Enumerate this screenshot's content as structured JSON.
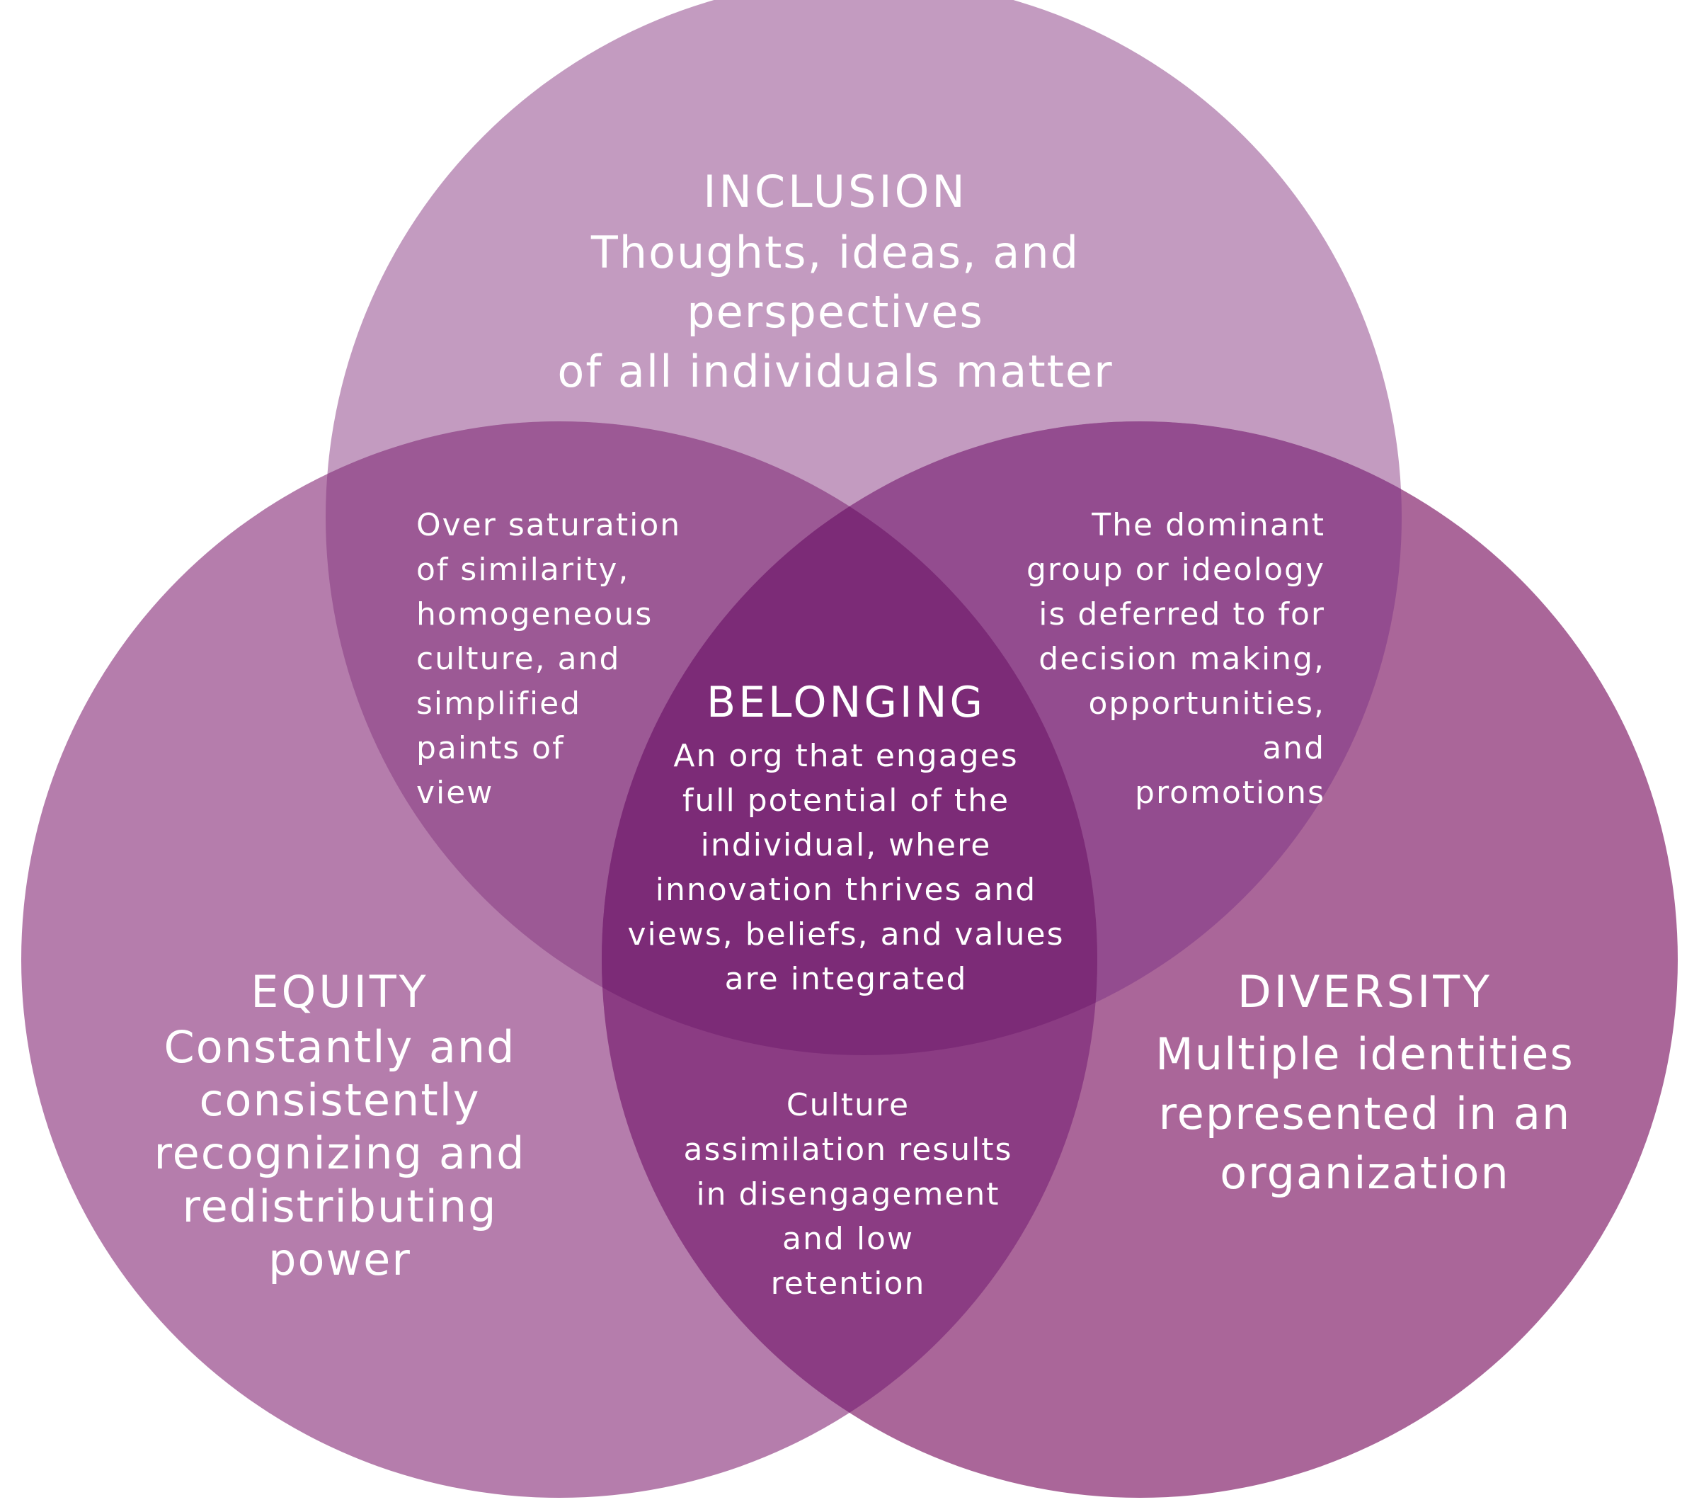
{
  "colors": {
    "inclusion": "#c39bc0",
    "equity": "#b57dac",
    "diversity": "#aa6699",
    "inclusion_equity": "#9c5995",
    "inclusion_diversity": "#934c8f",
    "equity_diversity": "#8b3c83",
    "center": "#7c2b77",
    "text": "#ffffff"
  },
  "inclusion": {
    "title": "INCLUSION",
    "lines": [
      "Thoughts, ideas, and",
      "perspectives",
      "of all individuals matter"
    ]
  },
  "equity": {
    "title": "EQUITY",
    "lines": [
      "Constantly and",
      "consistently",
      "recognizing and",
      "redistributing",
      "power"
    ]
  },
  "diversity": {
    "title": "DIVERSITY",
    "lines": [
      "Multiple identities",
      "represented in an",
      "organization"
    ]
  },
  "belonging": {
    "title": "BELONGING",
    "lines": [
      "An org that engages",
      "full potential of the",
      "individual, where",
      "innovation thrives and",
      "views, beliefs, and values",
      "are integrated"
    ]
  },
  "inclusion_equity": {
    "lines": [
      "Over saturation",
      "of similarity,",
      "homogeneous",
      "culture, and",
      "simplified",
      "paints of",
      "view"
    ]
  },
  "inclusion_diversity": {
    "lines": [
      "The dominant",
      "group or ideology",
      "is deferred to for",
      "decision making,",
      "opportunities,",
      "and",
      "promotions"
    ]
  },
  "equity_diversity": {
    "lines": [
      "Culture",
      "assimilation results",
      "in disengagement",
      "and low",
      "retention"
    ]
  }
}
